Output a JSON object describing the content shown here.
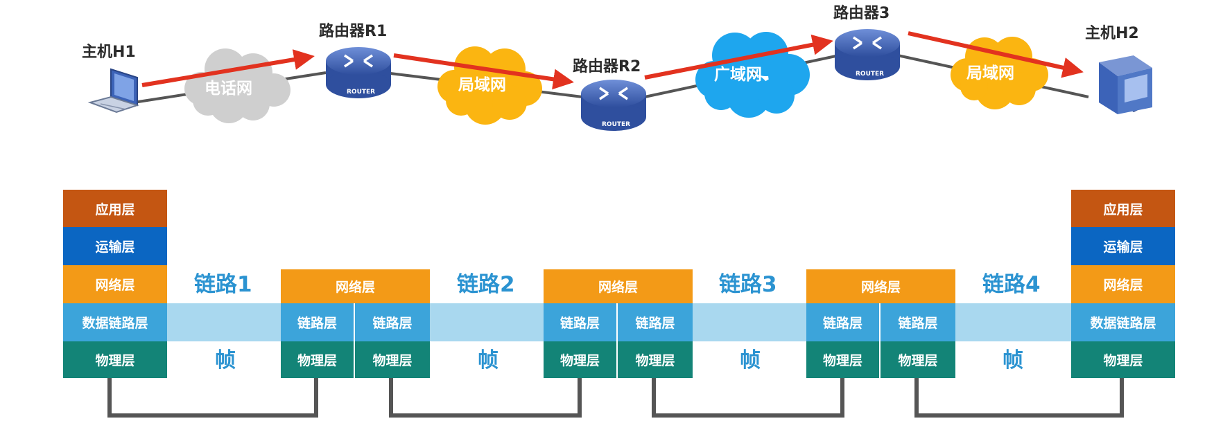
{
  "topology": {
    "host1": "主机H1",
    "host2": "主机H2",
    "router1": "路由器R1",
    "router2": "路由器R2",
    "router3": "路由器3",
    "router_tag": "ROUTER",
    "clouds": [
      "电话网",
      "局域网",
      "广域网",
      "局域网"
    ],
    "colors": {
      "phone": "#cfcfcf",
      "lan": "#fbb511",
      "wan": "#1ea6ee",
      "path": "#e2321f"
    }
  },
  "stack": {
    "host_layers": [
      "应用层",
      "运输层",
      "网络层",
      "数据链路层",
      "物理层"
    ],
    "router_net": "网络层",
    "router_link": "链路层",
    "router_phy": "物理层",
    "links": [
      "链路1",
      "链路2",
      "链路3",
      "链路4"
    ],
    "frame": "帧"
  }
}
